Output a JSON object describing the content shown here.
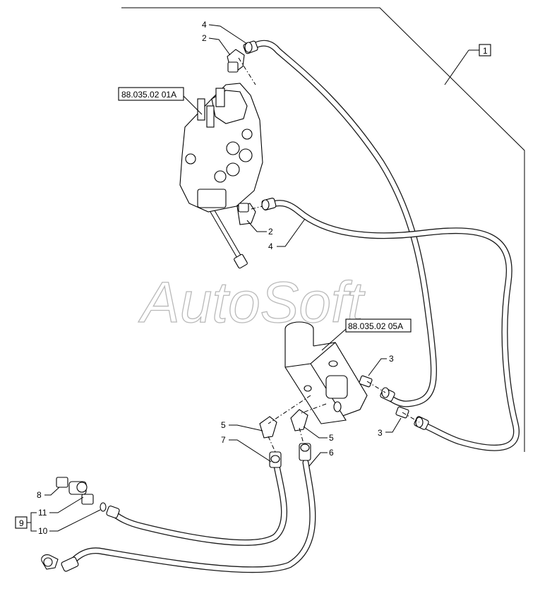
{
  "watermark": "AutoSoft",
  "references": {
    "valve_top": "88.035.02 01A",
    "valve_mid": "88.035.02 05A"
  },
  "callouts": {
    "c1": "1",
    "c2_top": "2",
    "c2_mid": "2",
    "c3_a": "3",
    "c3_b": "3",
    "c4_top": "4",
    "c4_mid": "4",
    "c5_a": "5",
    "c5_b": "5",
    "c6": "6",
    "c7": "7",
    "c8": "8",
    "c9": "9",
    "c10": "10",
    "c11": "11"
  },
  "colors": {
    "line": "#000000",
    "watermark_outline": "#b9b9b9"
  }
}
